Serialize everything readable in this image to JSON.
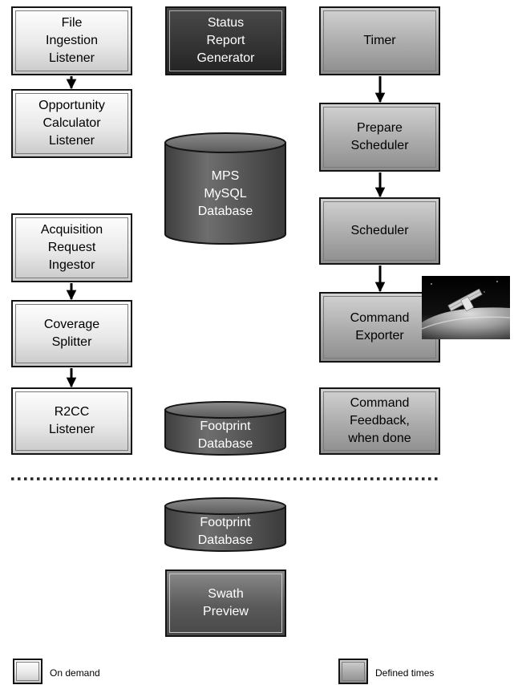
{
  "nodes": {
    "file_ingestion_listener": "File\nIngestion\nListener",
    "opportunity_calculator_listener": "Opportunity\nCalculator\nListener",
    "acquisition_request_ingestor": "Acquisition\nRequest\nIngestor",
    "coverage_splitter": "Coverage\nSplitter",
    "r2cc_listener": "R2CC\nListener",
    "status_report_generator": "Status\nReport\nGenerator",
    "mps_mysql_database": "MPS\nMySQL\nDatabase",
    "footprint_database_top": "Footprint\nDatabase",
    "footprint_database_bottom": "Footprint\nDatabase",
    "swath_preview": "Swath\nPreview",
    "timer": "Timer",
    "prepare_scheduler": "Prepare\nScheduler",
    "scheduler": "Scheduler",
    "command_exporter": "Command\nExporter",
    "command_feedback": "Command\nFeedback,\nwhen done"
  },
  "legend": {
    "on_demand": "On demand",
    "defined_times": "Defined times"
  },
  "icons": {
    "satellite": "satellite-photo-icon"
  },
  "colors": {
    "on_demand_fill": "#efefef",
    "defined_times_fill": "#a8a8a8",
    "database_fill": "#5c5c5c",
    "dark_box_fill": "#2b2b2b"
  }
}
